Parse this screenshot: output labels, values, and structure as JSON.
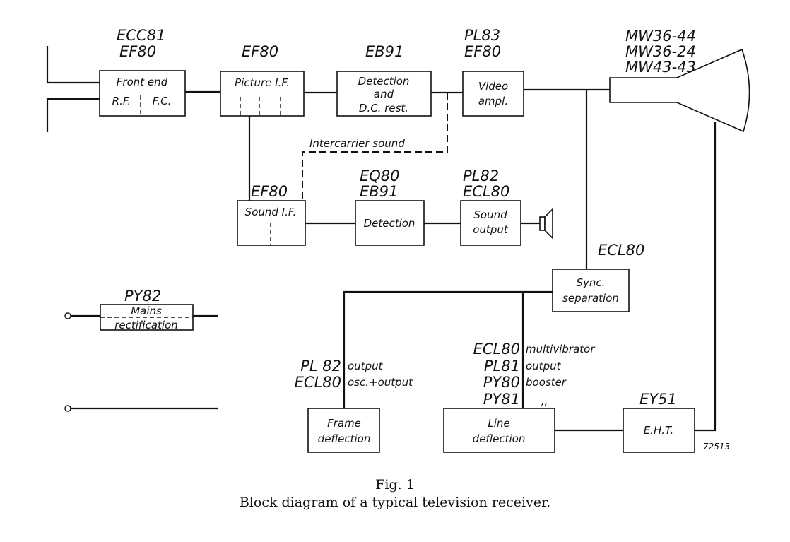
{
  "blocks": {
    "front_end": {
      "tubes": [
        "ECC81",
        "EF80"
      ],
      "lines": [
        "Front end",
        "R.F.",
        "F.C."
      ]
    },
    "picture_if": {
      "tubes": [
        "EF80"
      ],
      "lines": [
        "Picture I.F."
      ]
    },
    "detection_dc": {
      "tubes": [
        "EB91"
      ],
      "lines": [
        "Detection",
        "and",
        "D.C. rest."
      ]
    },
    "video_ampl": {
      "tubes": [
        "PL83",
        "EF80"
      ],
      "lines": [
        "Video",
        "ampl."
      ]
    },
    "crt": {
      "tubes": [
        "MW36-44",
        "MW36-24",
        "MW43-43"
      ]
    },
    "sound_if": {
      "tubes": [
        "EF80"
      ],
      "lines": [
        "Sound I.F."
      ]
    },
    "sound_detection": {
      "tubes": [
        "EQ80",
        "EB91"
      ],
      "lines": [
        "Detection"
      ]
    },
    "sound_output": {
      "tubes": [
        "PL82",
        "ECL80"
      ],
      "lines": [
        "Sound",
        "output"
      ]
    },
    "sync": {
      "tubes": [
        "ECL80"
      ],
      "lines": [
        "Sync.",
        "separation"
      ]
    },
    "mains": {
      "tubes": [
        "PY82"
      ],
      "lines": [
        "Mains",
        "rectification"
      ]
    },
    "frame": {
      "lines": [
        "Frame",
        "deflection"
      ],
      "tubes": [
        "PL 82",
        "ECL80"
      ],
      "roles": [
        "output",
        "osc.+output"
      ]
    },
    "line": {
      "lines": [
        "Line",
        "deflection"
      ],
      "tubes": [
        "ECL80",
        "PL81",
        "PY80",
        "PY81"
      ],
      "roles": [
        "multivibrator",
        "output",
        "booster",
        ",,"
      ]
    },
    "eht": {
      "tubes": [
        "EY51"
      ],
      "lines": [
        "E.H.T."
      ]
    }
  },
  "intercarrier_label": "Intercarrier sound",
  "figure_number": "72513",
  "caption": {
    "fig": "Fig. 1",
    "text": "Block diagram of a typical television receiver."
  }
}
